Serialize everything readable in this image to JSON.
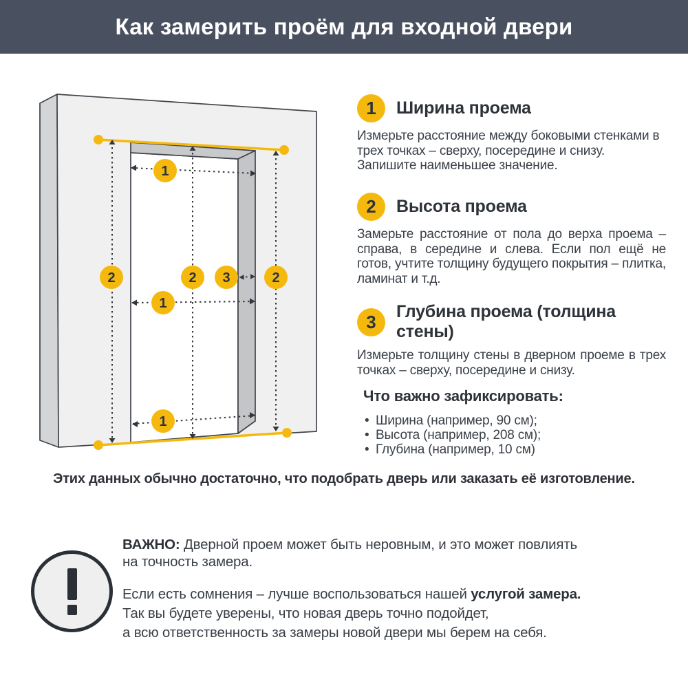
{
  "header": {
    "title": "Как замерить проём для входной двери"
  },
  "steps": [
    {
      "num": "1",
      "title": "Ширина проема",
      "body": "Измерьте расстояние между боковыми стенками в трех точках – сверху, посередине и снизу. Запишите наименьшее значение."
    },
    {
      "num": "2",
      "title": "Высота проема",
      "body": "Замерьте расстояние от пола до верха проема – справа, в середине и слева. Если пол ещё не готов, учтите толщину будущего покрытия – плитка, ламинат и т.д."
    },
    {
      "num": "3",
      "title": "Глубина проема (толщина стены)",
      "body": "Измерьте толщину стены в дверном проеме в трех точках – сверху, посередине и снизу."
    }
  ],
  "checklist": {
    "title": "Что важно зафиксировать:",
    "items": [
      "Ширина (например, 90 см);",
      "Высота (например, 208 см);",
      "Глубина (например, 10 см)"
    ]
  },
  "summary": "Этих данных обычно достаточно, что подобрать дверь или заказать её изготовление.",
  "important": {
    "label": "ВАЖНО:",
    "p1_lines": [
      " Дверной проем может быть неровным, и это может повлиять",
      "на точность замера."
    ],
    "p2_pre": "Если есть сомнения – лучше воспользоваться нашей ",
    "p2_bold": "услугой замера.",
    "p2_lines": [
      "Так вы будете уверены, что новая дверь точно подойдет,",
      "а всю ответственность за замеры новой двери мы берем на себя."
    ]
  },
  "diagram": {
    "marker_width": "1",
    "marker_height": "2",
    "marker_depth": "3"
  },
  "colors": {
    "accent_yellow": "#F5B90E",
    "header_bg": "#49505F",
    "ink": "#2E333A",
    "body_text": "#3A4048"
  }
}
